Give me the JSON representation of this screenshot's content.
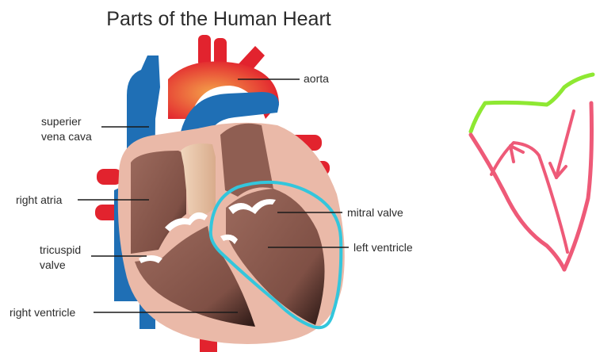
{
  "title": "Parts of the Human Heart",
  "labels": {
    "aorta": "aorta",
    "superior_vena_cava_line1": "superier",
    "superior_vena_cava_line2": "vena cava",
    "right_atria": "right atria",
    "tricuspid_line1": "tricuspid",
    "tricuspid_line2": "valve",
    "mitral_valve": "mitral valve",
    "left_ventricle": "left ventricle",
    "right_ventricle": "right ventricle"
  },
  "colors": {
    "artery_red": "#e2232e",
    "vein_blue": "#1f6fb5",
    "muscle_outer": "#eab9a8",
    "chamber_brown": "#8f5e52",
    "septum_tan": "#e6c2a4",
    "valve_white": "#ffffff",
    "highlight_cyan": "#33c6dc",
    "sketch_green": "#8ee832",
    "sketch_pink": "#ee5a78"
  }
}
